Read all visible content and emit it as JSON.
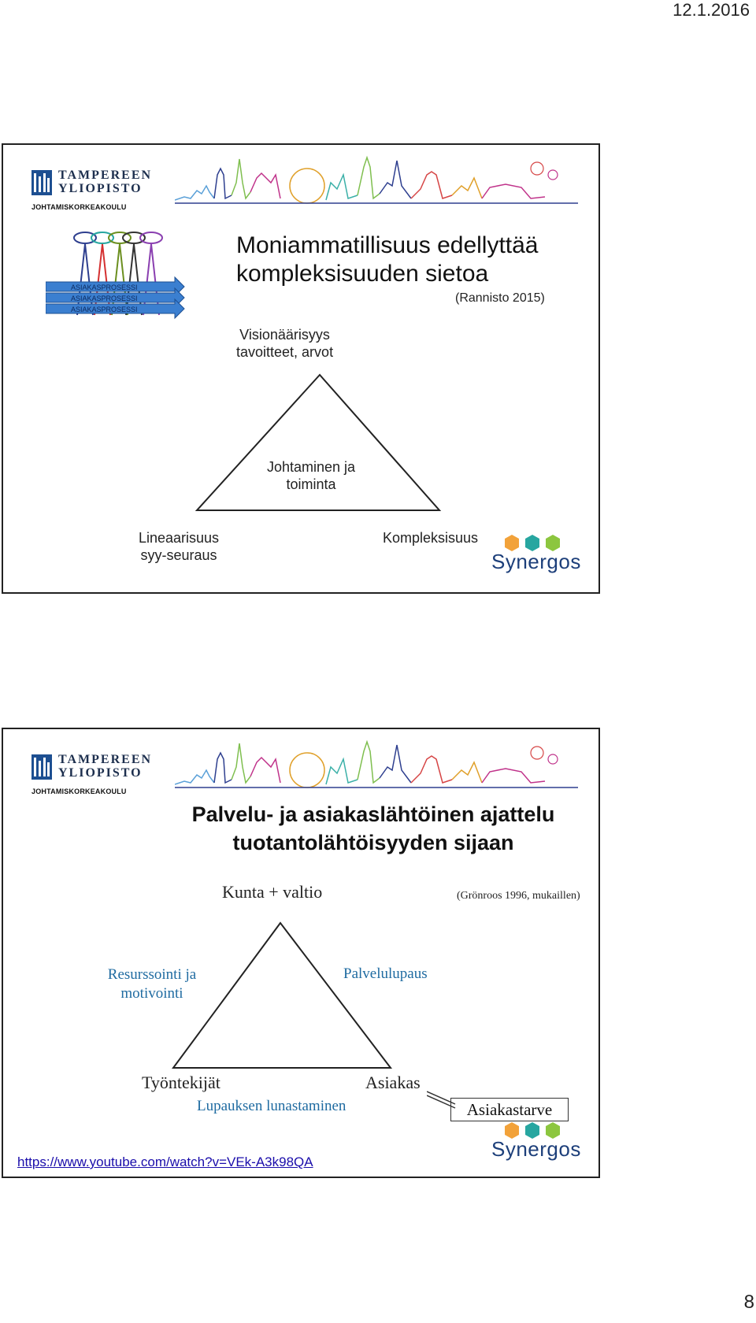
{
  "header": {
    "date": "12.1.2016"
  },
  "footer": {
    "page_number": "8"
  },
  "university": {
    "name_line1": "TAMPEREEN",
    "name_line2": "YLIOPISTO",
    "school": "JOHTAMISKORKEAKOULU"
  },
  "synergos_label": "Synergos",
  "slide1": {
    "title_line1": "Moniammatillisuus edellyttää",
    "title_line2": "kompleksisuuden sietoa",
    "source": "(Rannisto 2015)",
    "process_label": "ASIAKASPROSESSI",
    "top_label_line1": "Visionäärisyys",
    "top_label_line2": "tavoitteet, arvot",
    "center_label_line1": "Johtaminen ja",
    "center_label_line2": "toiminta",
    "left_label_line1": "Lineaarisuus",
    "left_label_line2": "syy-seuraus",
    "right_label": "Kompleksisuus"
  },
  "slide2": {
    "title_line1": "Palvelu- ja asiakaslähtöinen ajattelu",
    "title_line2": "tuotantolähtöisyyden sijaan",
    "top_label": "Kunta + valtio",
    "source": "(Grönroos 1996, mukaillen)",
    "left_edge_line1": "Resurssointi ja",
    "left_edge_line2": "motivointi",
    "right_edge": "Palvelulupaus",
    "bottom_left": "Työntekijät",
    "bottom_right": "Asiakas",
    "bottom_edge": "Lupauksen lunastaminen",
    "customer_need": "Asiakastarve",
    "video_link": "https://www.youtube.com/watch?v=VEk-A3k98QA"
  },
  "colors": {
    "slide_border": "#222222",
    "label_blue": "#1f6ba1",
    "tut_blue": "#1d4f91",
    "process_blue": "#3b7fd0",
    "synergos_orange": "#f2a23a",
    "synergos_teal": "#27a6a0",
    "synergos_green": "#8cc63f"
  }
}
